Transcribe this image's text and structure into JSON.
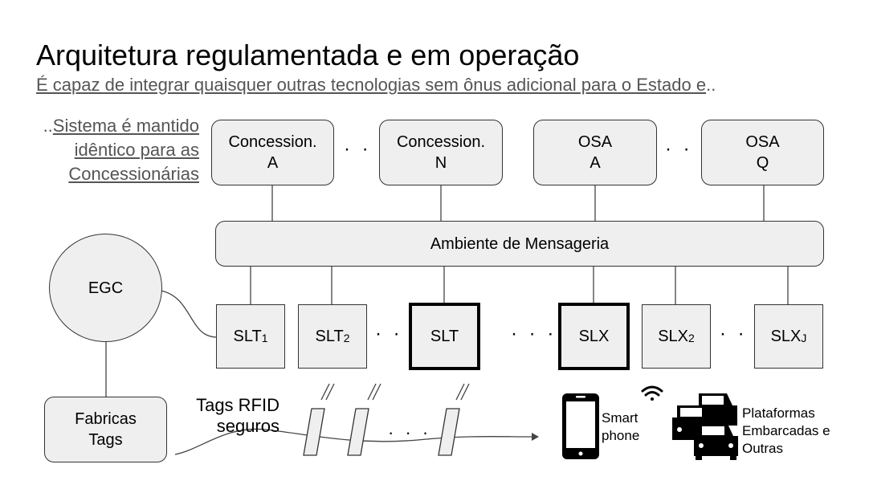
{
  "title": "Arquitetura regulamentada e em operação",
  "subtitle_main": "É capaz de integrar quaisquer outras tecnologias sem ônus adicional para o Estado e",
  "subtitle_tail": "..",
  "side_note_prefix": "..",
  "side_note_line1": "Sistema é mantido",
  "side_note_line2": "idêntico para as",
  "side_note_line3": "Concessionárias",
  "top_nodes": [
    {
      "line1": "Concession.",
      "line2": "A"
    },
    {
      "line1": "Concession.",
      "line2": "N"
    },
    {
      "line1": "OSA",
      "line2": "A"
    },
    {
      "line1": "OSA",
      "line2": "Q"
    }
  ],
  "ellipsis": "· · ·",
  "bus": "Ambiente de Mensageria",
  "egc": "EGC",
  "factory_line1": "Fabricas",
  "factory_line2": "Tags",
  "slt_nodes": [
    {
      "main": "SLT",
      "sub": "1"
    },
    {
      "main": "SLT",
      "sub": "2"
    },
    {
      "main": "SLT",
      "sub": ""
    }
  ],
  "slx_nodes": [
    {
      "main": "SLX",
      "sub": ""
    },
    {
      "main": "SLX",
      "sub": "2"
    },
    {
      "main": "SLX",
      "sub": "J"
    }
  ],
  "tags_line1": "Tags RFID",
  "tags_line2": "seguros",
  "smartphone_line1": "Smart",
  "smartphone_line2": "phone",
  "platforms_line1": "Plataformas",
  "platforms_line2": "Embarcadas e",
  "platforms_line3": "Outras",
  "colors": {
    "box_fill": "#efefef",
    "stroke": "#333333",
    "muted_text": "#555555"
  },
  "icons": [
    "wifi-icon",
    "smartphone-icon",
    "cars-icon",
    "rfid-tag-icon"
  ]
}
